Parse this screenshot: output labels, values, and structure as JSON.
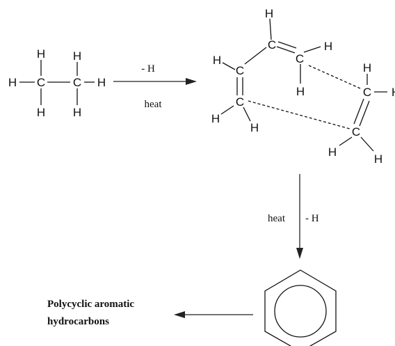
{
  "atoms": {
    "carbon": "C",
    "hydrogen": "H"
  },
  "reaction": {
    "step1_top": "- H",
    "step1_bottom": "heat",
    "step2_left": "heat",
    "step2_right": "- H"
  },
  "product": {
    "line1": "Polycyclic aromatic",
    "line2": "hydrocarbons"
  }
}
